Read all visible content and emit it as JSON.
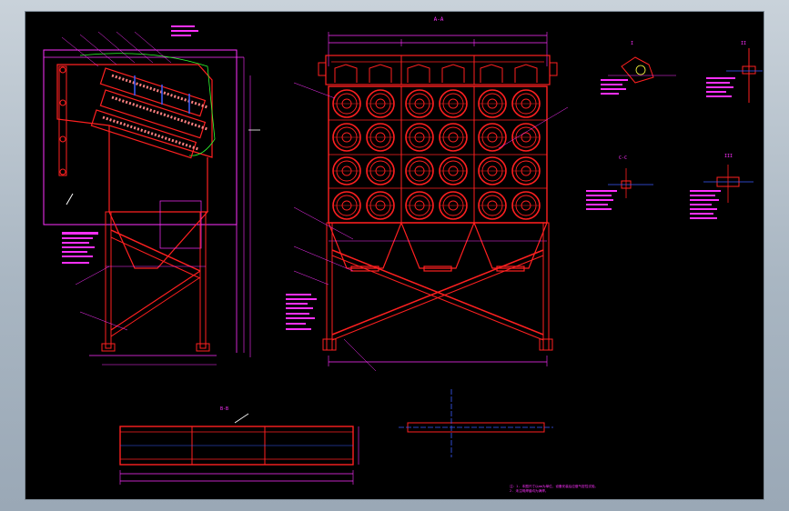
{
  "drawing": {
    "front_view_title": "A-A",
    "section_view_title": "B-B",
    "section_title_2": "C-C",
    "detail_title_1": "I",
    "detail_title_2": "II",
    "detail_title_3": "III",
    "notes_line_1": "注：1.  本图尺寸以mm为单位，设备安装后应做气密性试验。",
    "notes_line_2": "    2.  未注明焊缝均为满焊。"
  },
  "colors": {
    "sheet": "#000000",
    "red": "#ff2020",
    "magenta": "#ff30ff",
    "blue": "#3a5cff",
    "white": "#ffffff",
    "green": "#30ff30",
    "yellow": "#ffff40"
  }
}
